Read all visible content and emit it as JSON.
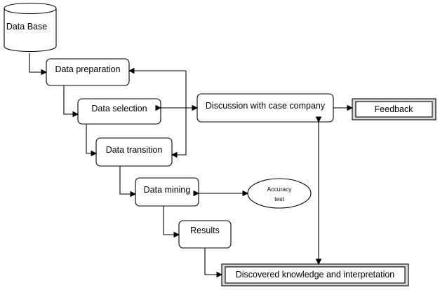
{
  "diagram": {
    "nodes": {
      "data_base": "Data Base",
      "data_preparation": "Data preparation",
      "data_selection": "Data selection",
      "data_transition": "Data transition",
      "data_mining": "Data mining",
      "results": "Results",
      "discussion": "Discussion with case company",
      "feedback": "Feedback",
      "accuracy_line1": "Accuracy",
      "accuracy_line2": "test",
      "discovered": "Discovered knowledge and interpretation"
    },
    "colors": {
      "stroke": "#000000",
      "fill": "#ffffff",
      "double_border_fill": "#d9d9d9"
    }
  }
}
